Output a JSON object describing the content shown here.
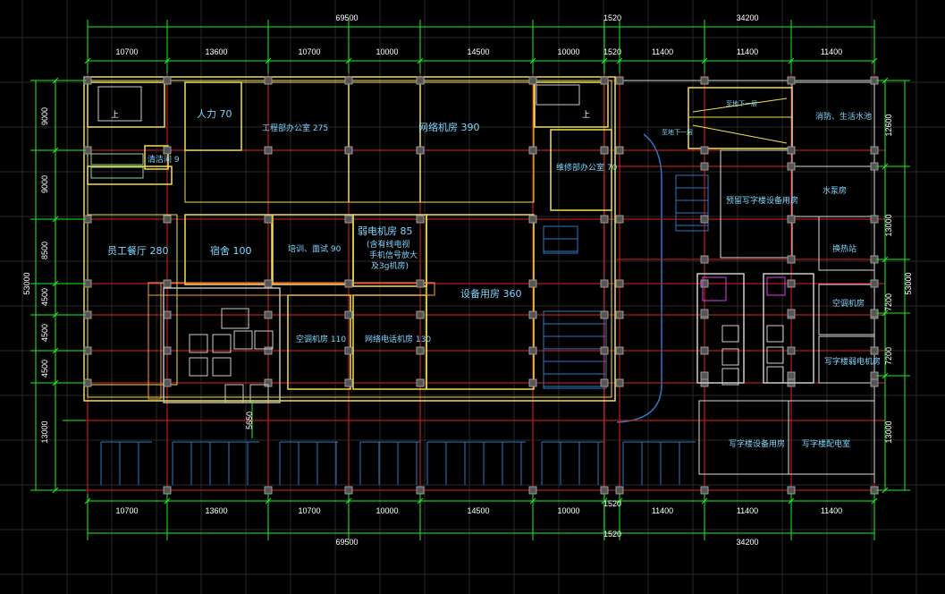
{
  "colors": {
    "background": "#000000",
    "grid": "#2a2a2a",
    "axis": "#e02020",
    "wall_yellow": "#f2e04a",
    "wall_orange": "#f0a040",
    "dimension": "#22ee22",
    "room_text": "#7fd6ff",
    "column": "#9a9a9a",
    "parking": "#2b78c8",
    "magenta": "#e040e0"
  },
  "dimensions": {
    "top_totals": [
      "69500",
      "1520",
      "34200"
    ],
    "top_spans": [
      "10700",
      "13600",
      "10700",
      "10000",
      "14500",
      "10000",
      "1520",
      "11400",
      "11400",
      "11400"
    ],
    "bottom_spans": [
      "10700",
      "13600",
      "10700",
      "10000",
      "14500",
      "10000",
      "1520",
      "11400",
      "11400",
      "11400"
    ],
    "bottom_totals": [
      "69500",
      "1520",
      "34200"
    ],
    "left_spans": [
      "9000",
      "9000",
      "8500",
      "4500",
      "4500",
      "4500",
      "13000"
    ],
    "left_total": "53000",
    "right_spans": [
      "12600",
      "13000",
      "7200",
      "7200",
      "13000"
    ],
    "right_total": "53000",
    "inner_dim": "5650"
  },
  "rooms": [
    {
      "id": "hr",
      "label": "人力 70"
    },
    {
      "id": "engineering-office",
      "label": "工程部办公室 275"
    },
    {
      "id": "server-room",
      "label": "网络机房 390"
    },
    {
      "id": "toilet-area",
      "label": "清洁间 9"
    },
    {
      "id": "maintenance-office",
      "label": "维修部办公室 70"
    },
    {
      "id": "staff-canteen",
      "label": "员工餐厅 280"
    },
    {
      "id": "dormitory",
      "label": "宿舍 100"
    },
    {
      "id": "training",
      "label": "培训、面试 90"
    },
    {
      "id": "telecom-room-1",
      "label": "弱电机房 85"
    },
    {
      "id": "telecom-room-2",
      "label": "(含有线电视"
    },
    {
      "id": "telecom-room-3",
      "label": "手机信号放大"
    },
    {
      "id": "telecom-room-4",
      "label": "及3g机房)"
    },
    {
      "id": "equipment-room",
      "label": "设备用房 360"
    },
    {
      "id": "ac-room",
      "label": "空调机房 110"
    },
    {
      "id": "network-room",
      "label": "网络电话机房 130"
    },
    {
      "id": "b1-up",
      "label": "至地下一层"
    },
    {
      "id": "b1-down",
      "label": "至地下一层"
    },
    {
      "id": "fire-tank",
      "label": "消防、生活水池"
    },
    {
      "id": "office-equipment-reserve",
      "label": "预留写字楼设备用房"
    },
    {
      "id": "pump-room",
      "label": "水泵房"
    },
    {
      "id": "heat-exchange",
      "label": "换热站"
    },
    {
      "id": "ac-room-2",
      "label": "空调机房"
    },
    {
      "id": "office-power",
      "label": "写字楼弱电机房"
    },
    {
      "id": "office-equipment",
      "label": "写字楼设备用房"
    },
    {
      "id": "office-substation",
      "label": "写字楼配电室"
    },
    {
      "id": "stair-up-1",
      "label": "上"
    },
    {
      "id": "stair-up-2",
      "label": "上"
    }
  ]
}
